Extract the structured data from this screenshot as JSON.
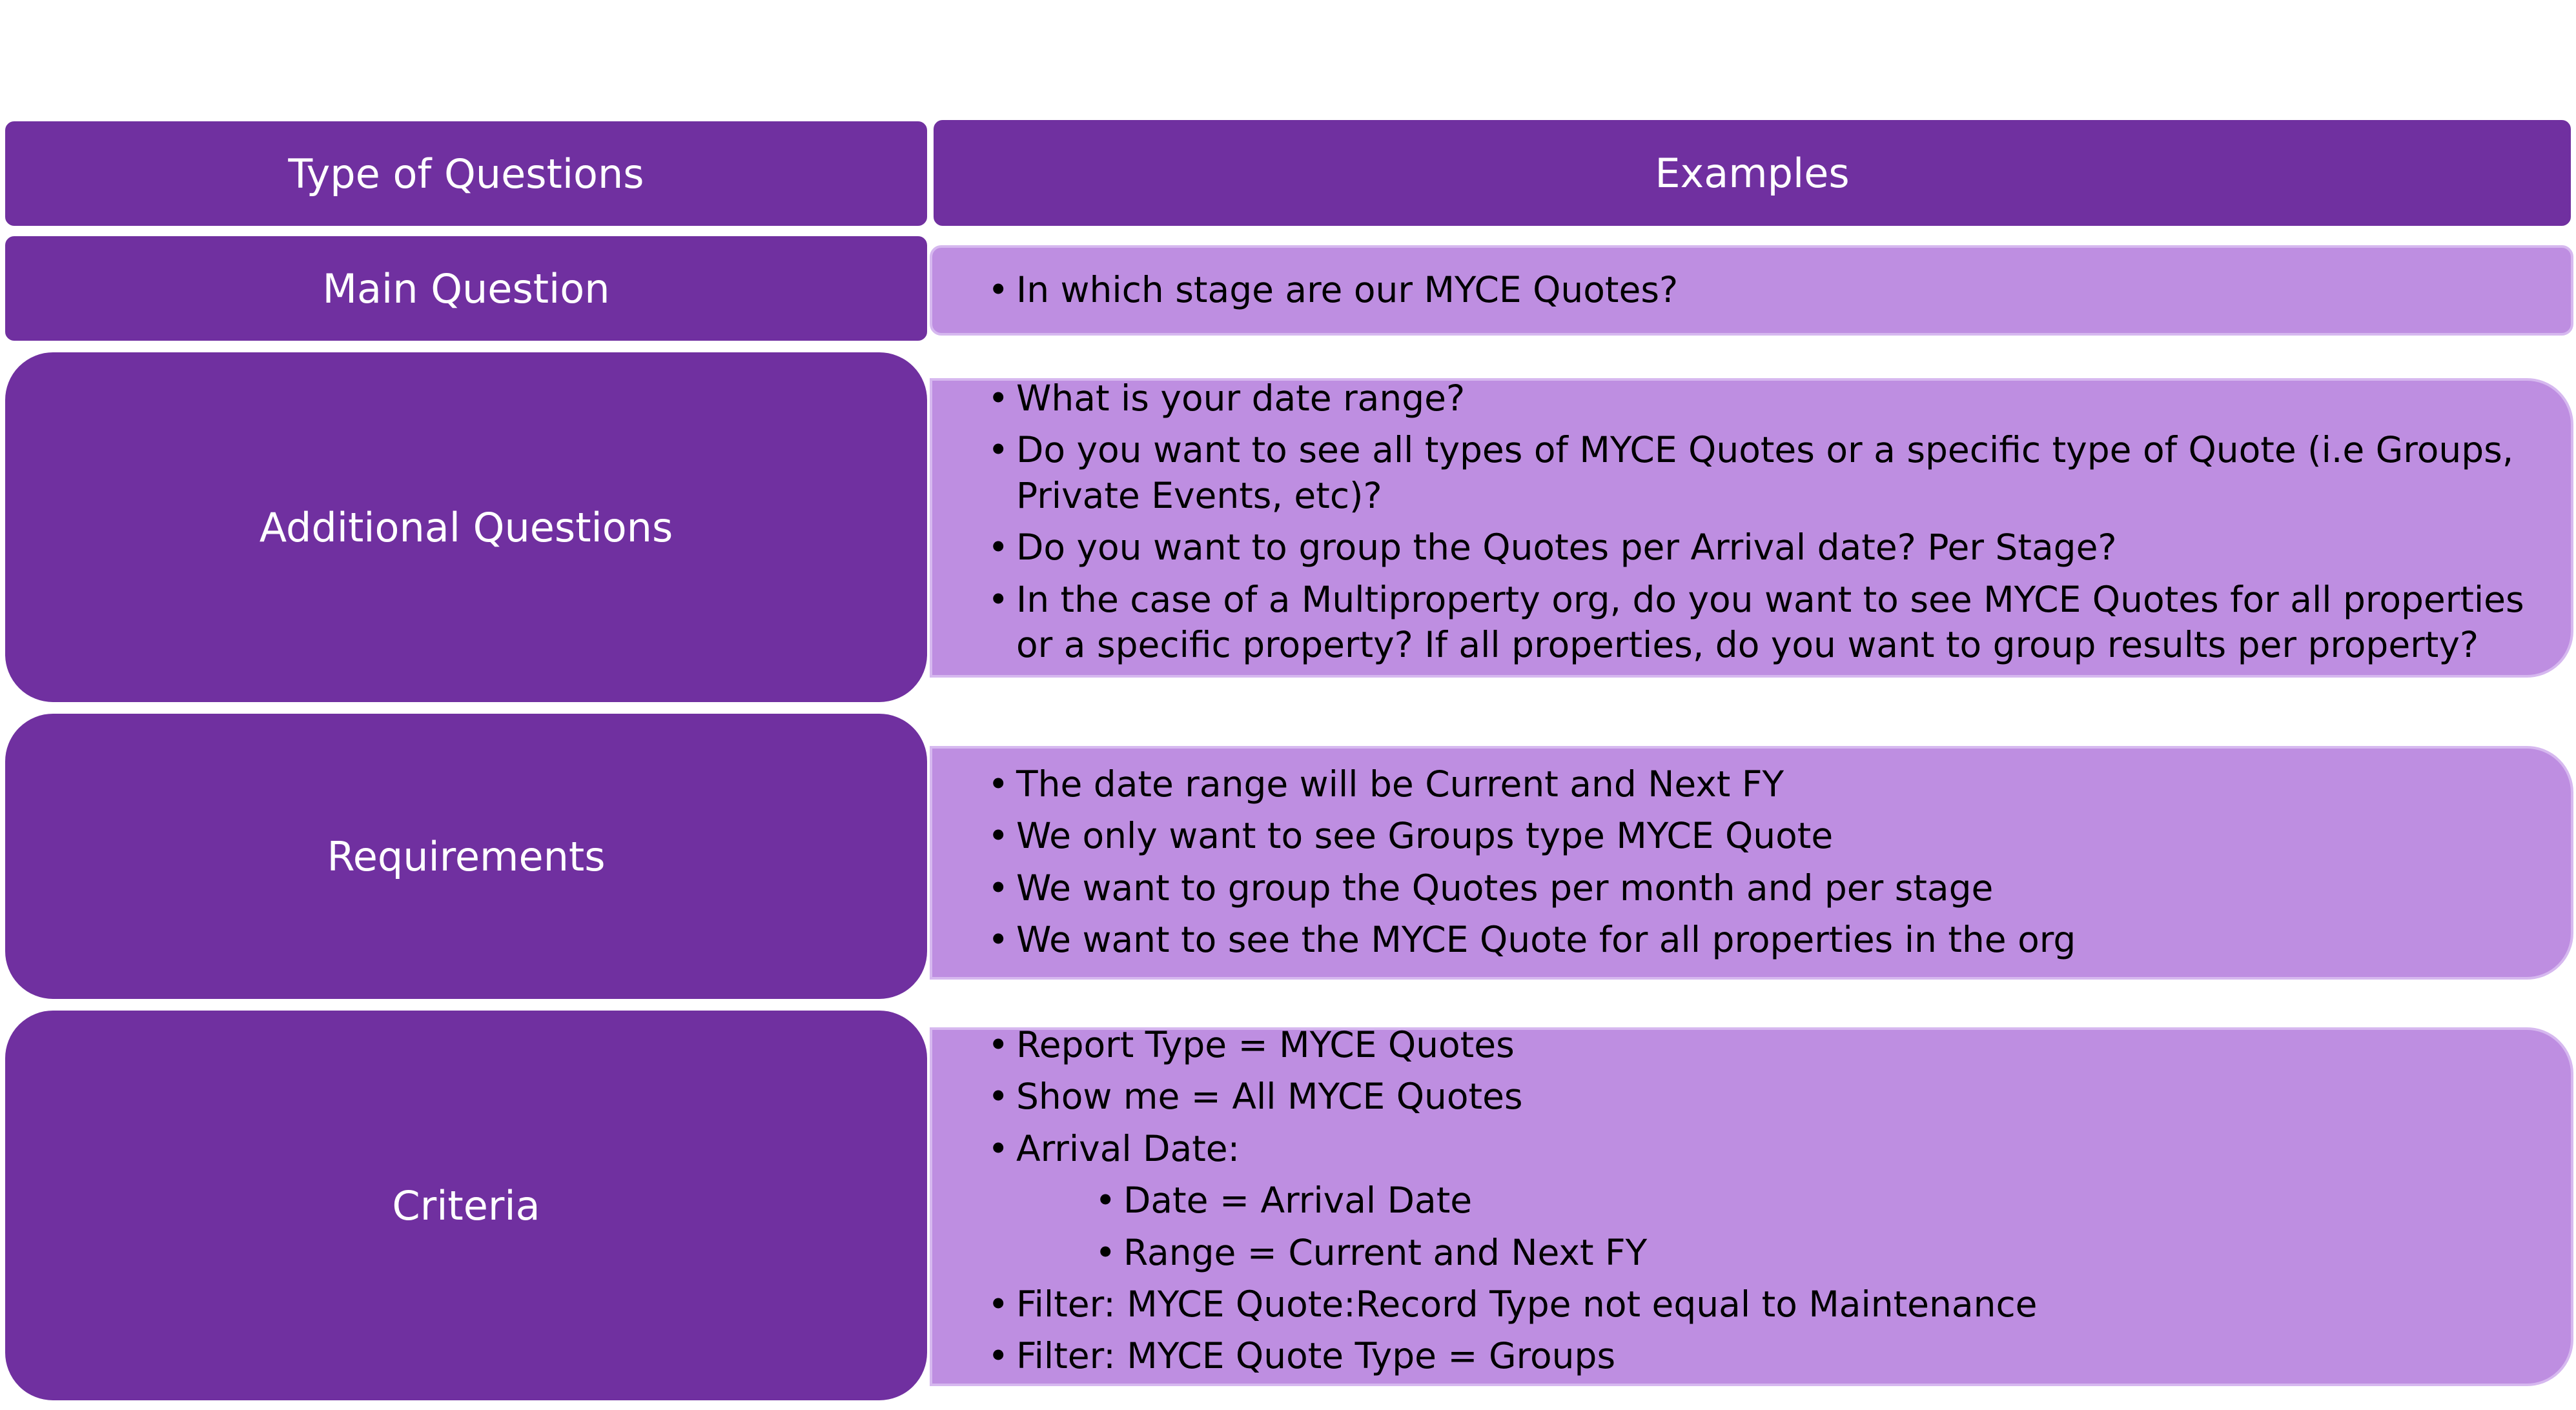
{
  "header": {
    "type_label": "Type of Questions",
    "examples_label": "Examples"
  },
  "rows": [
    {
      "label": "Main Question",
      "items": [
        {
          "text": "In which stage are our MYCE Quotes?"
        }
      ]
    },
    {
      "label": "Additional Questions",
      "items": [
        {
          "text": "What is your date range?"
        },
        {
          "text": "Do you want to see all types of MYCE Quotes or a specific type of Quote (i.e Groups, Private Events, etc)?"
        },
        {
          "text": "Do you want to group the Quotes per Arrival date? Per Stage?"
        },
        {
          "text": "In the case of a Multiproperty org, do you want to see MYCE Quotes for all properties or a specific property? If all properties, do you want to group results per property?"
        }
      ]
    },
    {
      "label": "Requirements",
      "items": [
        {
          "text": "The date range will be Current and Next FY"
        },
        {
          "text": "We only want to see Groups type MYCE Quote"
        },
        {
          "text": "We want to group the Quotes per month and per stage"
        },
        {
          "text": "We want to see the MYCE Quote for all properties in the org"
        }
      ]
    },
    {
      "label": "Criteria",
      "items": [
        {
          "text": "Report Type = MYCE Quotes"
        },
        {
          "text": "Show me = All MYCE Quotes"
        },
        {
          "text": "Arrival Date:"
        },
        {
          "text": "Date = Arrival Date",
          "sub": true
        },
        {
          "text": "Range = Current and Next FY",
          "sub": true
        },
        {
          "text": "Filter: MYCE Quote:Record Type not equal to Maintenance"
        },
        {
          "text": "Filter: MYCE Quote Type = Groups"
        }
      ]
    }
  ],
  "colors": {
    "dark_purple": "#7030a0",
    "light_purple": "#be8ee1"
  }
}
